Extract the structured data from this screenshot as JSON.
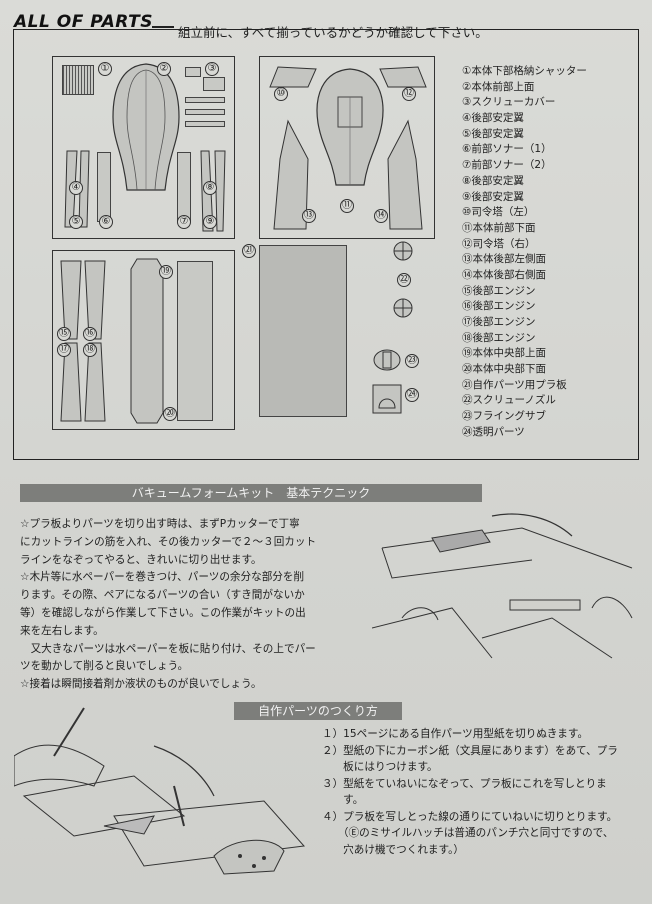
{
  "header": {
    "title": "ALL OF PARTS",
    "instruction": "組立前に、すべて揃っているかどうか確認して下さい。"
  },
  "parts": [
    {
      "num": "①",
      "name": "本体下部格納シャッター"
    },
    {
      "num": "②",
      "name": "本体前部上面"
    },
    {
      "num": "③",
      "name": "スクリューカバー"
    },
    {
      "num": "④",
      "name": "後部安定翼"
    },
    {
      "num": "⑤",
      "name": "後部安定翼"
    },
    {
      "num": "⑥",
      "name": "前部ソナー（1）"
    },
    {
      "num": "⑦",
      "name": "前部ソナー（2）"
    },
    {
      "num": "⑧",
      "name": "後部安定翼"
    },
    {
      "num": "⑨",
      "name": "後部安定翼"
    },
    {
      "num": "⑩",
      "name": "司令塔（左）"
    },
    {
      "num": "⑪",
      "name": "本体前部下面"
    },
    {
      "num": "⑫",
      "name": "司令塔（右）"
    },
    {
      "num": "⑬",
      "name": "本体後部左側面"
    },
    {
      "num": "⑭",
      "name": "本体後部右側面"
    },
    {
      "num": "⑮",
      "name": "後部エンジン"
    },
    {
      "num": "⑯",
      "name": "後部エンジン"
    },
    {
      "num": "⑰",
      "name": "後部エンジン"
    },
    {
      "num": "⑱",
      "name": "後部エンジン"
    },
    {
      "num": "⑲",
      "name": "本体中央部上面"
    },
    {
      "num": "⑳",
      "name": "本体中央部下面"
    },
    {
      "num": "㉑",
      "name": "自作パーツ用プラ板"
    },
    {
      "num": "㉒",
      "name": "スクリューノズル"
    },
    {
      "num": "㉓",
      "name": "フライングサブ"
    },
    {
      "num": "㉔",
      "name": "透明パーツ"
    }
  ],
  "diagram_labels": {
    "n1": "①",
    "n2": "②",
    "n3": "③",
    "n4": "④",
    "n5": "⑤",
    "n6": "⑥",
    "n7": "⑦",
    "n8": "⑧",
    "n9": "⑨",
    "n10": "⑩",
    "n11": "⑪",
    "n12": "⑫",
    "n13": "⑬",
    "n14": "⑭",
    "n15": "⑮",
    "n16": "⑯",
    "n17": "⑰",
    "n18": "⑱",
    "n19": "⑲",
    "n20": "⑳",
    "n21": "㉑",
    "n22": "㉒",
    "n23": "㉓",
    "n24": "㉔"
  },
  "section1": {
    "title": "バキュームフォームキット　基本テクニック",
    "lines": [
      "☆プラ板よりパーツを切り出す時は、まずPカッターで丁寧",
      "にカットラインの筋を入れ、その後カッターで２～３回カット",
      "ラインをなぞってやると、きれいに切り出せます。",
      "☆木片等に水ペーパーを巻きつけ、パーツの余分な部分を削",
      "ります。その際、ペアになるパーツの合い（すき間がないか",
      "等）を確認しながら作業して下さい。この作業がキットの出",
      "来を左右します。",
      "　又大きなパーツは水ペーパーを板に貼り付け、その上でパー",
      "ツを動かして削ると良いでしょう。",
      "☆接着は瞬間接着剤か液状のものが良いでしょう。"
    ]
  },
  "section2": {
    "title": "自作パーツのつくり方",
    "lines": [
      "１）15ページにある自作パーツ用型紙を切りぬきます。",
      "２）型紙の下にカーボン紙（文具屋にあります）をあて、プラ",
      "　　板にはりつけます。",
      "３）型紙をていねいになぞって、プラ板にこれを写しとりま",
      "　　す。",
      "４）プラ板を写しとった線の通りにていねいに切りとります。",
      "　　（Ⓔのミサイルハッチは普通のパンチ穴と同寸ですので、",
      "　　穴あけ機でつくれます。）"
    ]
  }
}
